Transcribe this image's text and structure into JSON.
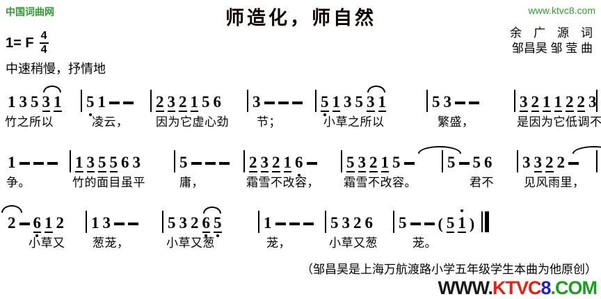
{
  "page": {
    "site_name": "中国词曲网",
    "site_url": "www.ktvc8.com"
  },
  "header": {
    "title": "师造化，师自然",
    "key_signature": "1= F",
    "time_top": "4",
    "time_bottom": "4",
    "tempo": "中速稍慢，抒情地",
    "lyricist_credit": "余　广　源　词",
    "composer_credit": "邹昌昊 邹 莹 曲"
  },
  "score": {
    "notation_system": "jianpu",
    "lines": [
      {
        "measures": [
          {
            "notes": [
              "1",
              "3",
              "5",
              "3_",
              "1_"
            ],
            "slurs": [
              [
                3,
                4
              ]
            ],
            "lyric": "竹之所以",
            "w": 113,
            "ind": 2
          },
          {
            "notes": [
              "5,",
              "1",
              "-",
              "-"
            ],
            "lyric": "凌云，",
            "w": 100,
            "ind": 14
          },
          {
            "notes": [
              "2_",
              "3_",
              "2_",
              "1_",
              "5",
              "6"
            ],
            "lyric": "因为它虚心劲",
            "w": 139,
            "ind": 6
          },
          {
            "notes": [
              "3",
              "-",
              "-",
              "-"
            ],
            "lyric": "节；",
            "w": 98,
            "ind": 12
          },
          {
            "notes": [
              "5,_",
              "1_",
              "3",
              "5",
              "3_",
              "1_"
            ],
            "slurs": [
              [
                4,
                5
              ]
            ],
            "lyric": "小草之所以",
            "w": 160,
            "ind": 10
          },
          {
            "notes": [
              "5",
              "3",
              "-",
              "-"
            ],
            "lyric": "繁盛，",
            "w": 126,
            "ind": 14
          },
          {
            "notes": [
              "3_",
              "2_",
              "1_",
              "1_",
              "2_",
              "2_",
              "3"
            ],
            "lyric": "是因为它低调不",
            "w": 118,
            "ind": 2
          }
        ]
      },
      {
        "measures": [
          {
            "notes": [
              "1",
              "-",
              "-",
              "-"
            ],
            "lyric": "争。",
            "w": 97,
            "ind": 0
          },
          {
            "notes": [
              "1_",
              "3_",
              "5_",
              "5_",
              "6",
              "3"
            ],
            "lyric": "竹的面目虽平",
            "w": 150,
            "ind": 2
          },
          {
            "notes": [
              "5",
              "-",
              "-",
              "-"
            ],
            "lyric": "庸，",
            "w": 100,
            "ind": 6
          },
          {
            "notes": [
              "2_",
              "3_",
              "2_",
              "1_",
              "6,",
              "-"
            ],
            "lyric": "霜雪不改容，",
            "w": 140,
            "ind": 2
          },
          {
            "notes": [
              "5_",
              "3_",
              "2_",
              "1_",
              "5",
              "-"
            ],
            "tie_out": true,
            "lyric": "霜雪不改容。",
            "w": 145,
            "ind": 2
          },
          {
            "notes": [
              "5",
              "-",
              "5",
              "6"
            ],
            "lyric": "君不",
            "w": 108,
            "ind": 38
          },
          {
            "notes": [
              "3",
              "3_",
              "2_",
              "2",
              "-"
            ],
            "tie_out": true,
            "lyric": "见风雨里，",
            "w": 114,
            "ind": 8
          }
        ]
      },
      {
        "measures": [
          {
            "notes": [
              "2",
              "-",
              "6,_",
              "1_",
              "2"
            ],
            "tie_in": true,
            "lyric": "小草又",
            "w": 120,
            "ind": 36
          },
          {
            "notes": [
              "1",
              "3",
              "-",
              "-"
            ],
            "lyric": "葱茏，",
            "w": 110,
            "ind": 8
          },
          {
            "notes": [
              "5",
              "3",
              "2",
              "6,_",
              "5,_"
            ],
            "slurs": [
              [
                3,
                4
              ]
            ],
            "lyric": "小草又葱",
            "w": 138,
            "ind": 4
          },
          {
            "notes": [
              "1",
              "-",
              "-",
              "-"
            ],
            "lyric": "茏，",
            "w": 96,
            "ind": 10
          },
          {
            "notes": [
              "5",
              "3",
              "2",
              "6"
            ],
            "lyric": "小草又葱",
            "w": 98,
            "ind": 4
          },
          {
            "notes": [
              "5",
              "-",
              "-",
              "(",
              "5_",
              "1'_",
              ")"
            ],
            "final": true,
            "lyric": "茏。",
            "w": 145,
            "ind": 26
          }
        ]
      }
    ]
  },
  "footer": {
    "note": "（邹昌昊是上海万航渡路小学五年级学生本曲为他原创）",
    "logo_parts": [
      {
        "text": "WWW.",
        "color": "#1a1a1a"
      },
      {
        "text": "KTVC",
        "color": "#ed1c0d"
      },
      {
        "text": "8",
        "color": "#1f1fd4"
      },
      {
        "text": ".COM",
        "color": "#16a01c"
      }
    ]
  },
  "colors": {
    "brand_green": "#2e9b2e",
    "ink": "#000000"
  }
}
